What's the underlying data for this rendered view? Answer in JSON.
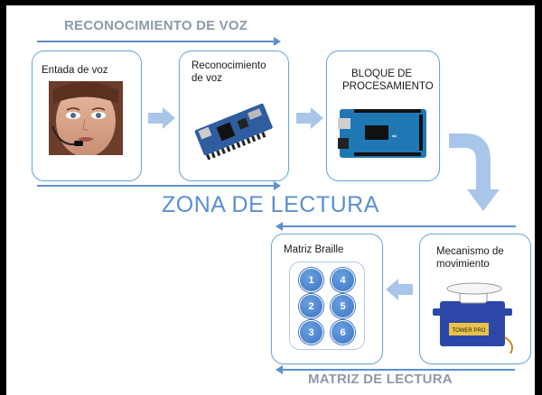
{
  "banners": {
    "top": "RECONOCIMIENTO DE VOZ",
    "bottom": "MATRIZ DE LECTURA"
  },
  "zone_title": "ZONA DE LECTURA",
  "cards": {
    "voice_input": "Entada de voz",
    "voice_recognition_line1": "Reconocimiento",
    "voice_recognition_line2": "de voz",
    "processing_line1": "BLOQUE DE",
    "processing_line2": "PROCESAMIENTO",
    "braille_matrix": "Matriz Braille",
    "mechanism_line1": "Mecanismo de",
    "mechanism_line2": "movimiento"
  },
  "braille_dots": [
    "1",
    "4",
    "2",
    "5",
    "3",
    "6"
  ],
  "servo_brand": "TOWER PRO",
  "colors": {
    "accent": "#5b8fd0",
    "card_border": "#62a9d8",
    "banner_text": "#8e9aa8",
    "dot_fill": "#4a7fcb",
    "flow_arrow": "#a9c6ea"
  }
}
